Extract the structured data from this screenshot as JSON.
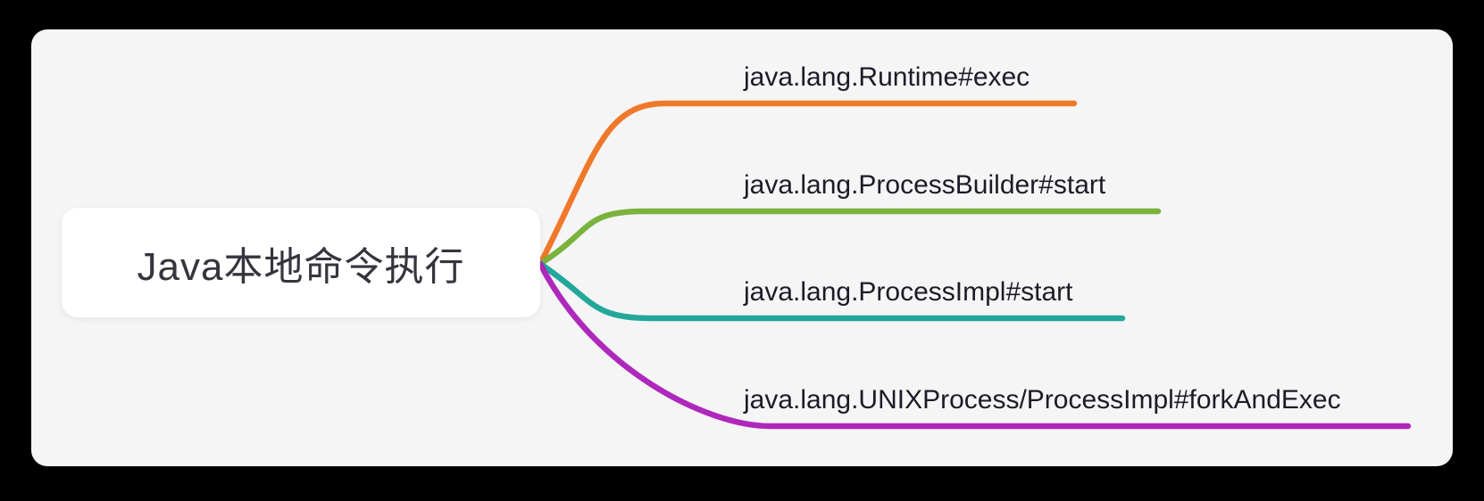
{
  "canvas": {
    "outer_background": "#000000",
    "panel_background": "#f5f5f6"
  },
  "mindmap": {
    "root": {
      "label": "Java本地命令执行",
      "background": "#ffffff",
      "text_color": "#34353d"
    },
    "branches": [
      {
        "label": "java.lang.Runtime#exec",
        "color": "#f0782a"
      },
      {
        "label": "java.lang.ProcessBuilder#start",
        "color": "#7ab33c"
      },
      {
        "label": "java.lang.ProcessImpl#start",
        "color": "#23a79b"
      },
      {
        "label": "java.lang.UNIXProcess/ProcessImpl#forkAndExec",
        "color": "#af28bc"
      }
    ]
  }
}
